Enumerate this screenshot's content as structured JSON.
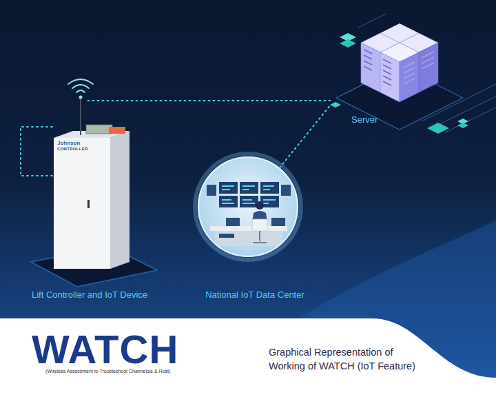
{
  "diagram": {
    "caption": "Graphical Representation of Working of WATCH (IoT Feature)",
    "nodes": [
      {
        "text": [
          "Lift Controller and IoT Device"
        ]
      },
      {
        "text": [
          "National IoT Data Center"
        ]
      },
      {
        "text": [
          "Server"
        ]
      }
    ],
    "edges": [
      {
        "from": 0,
        "to": 2,
        "arrow": "none"
      },
      {
        "from": 1,
        "to": 2,
        "arrow": "none"
      }
    ],
    "labels": [
      "Johnson",
      "CONTROLLER",
      "WATCH",
      "(Wireless Assessment to Troubleshoot Channelize & Host)"
    ]
  }
}
